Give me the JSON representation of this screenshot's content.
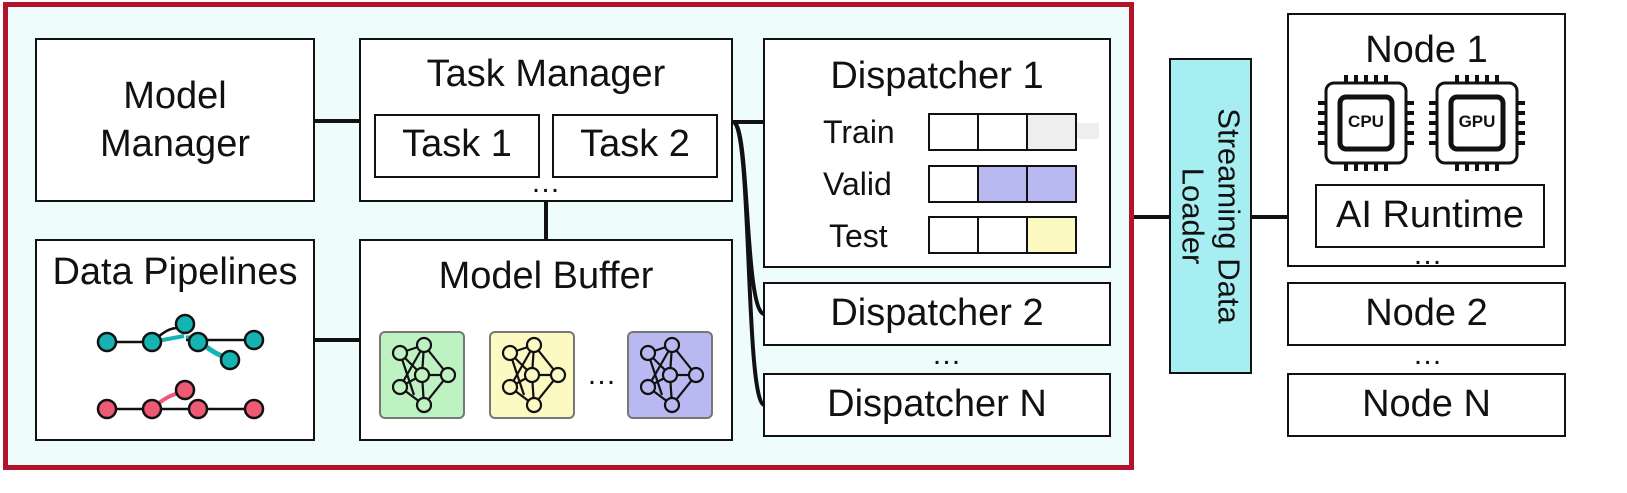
{
  "colors": {
    "outer_border": "#b3142b",
    "outer_fill": "#effcfc",
    "loader_fill": "#a6eef2",
    "teal": "#16b3b3",
    "pink": "#ee5a74",
    "nn_green": "#bff2c2",
    "nn_yellow": "#fcf9c2",
    "nn_blue": "#b9b9f2",
    "cell_blue": "#b9b9f2",
    "cell_yellow": "#fcf9c2",
    "cell_gray": "#eeeeee"
  },
  "model_manager": {
    "line1": "Model",
    "line2": "Manager"
  },
  "task_manager": {
    "title": "Task Manager",
    "task1": "Task 1",
    "task2": "Task 2",
    "ellipsis": "…"
  },
  "data_pipelines": {
    "title": "Data Pipelines"
  },
  "model_buffer": {
    "title": "Model Buffer",
    "ellipsis": "…"
  },
  "dispatcher1": {
    "title": "Dispatcher 1",
    "train": "Train",
    "valid": "Valid",
    "test": "Test"
  },
  "dispatcher2": {
    "title": "Dispatcher 2"
  },
  "dispatcher_ellipsis": "…",
  "dispatcherN": {
    "title": "Dispatcher N"
  },
  "streaming_loader": {
    "line1": "Streaming Data",
    "line2": "Loader"
  },
  "node1": {
    "title": "Node 1",
    "cpu": "CPU",
    "gpu": "GPU",
    "runtime": "AI Runtime",
    "ellipsis": "…"
  },
  "node2": {
    "title": "Node 2"
  },
  "node_ellipsis": "…",
  "nodeN": {
    "title": "Node N"
  }
}
